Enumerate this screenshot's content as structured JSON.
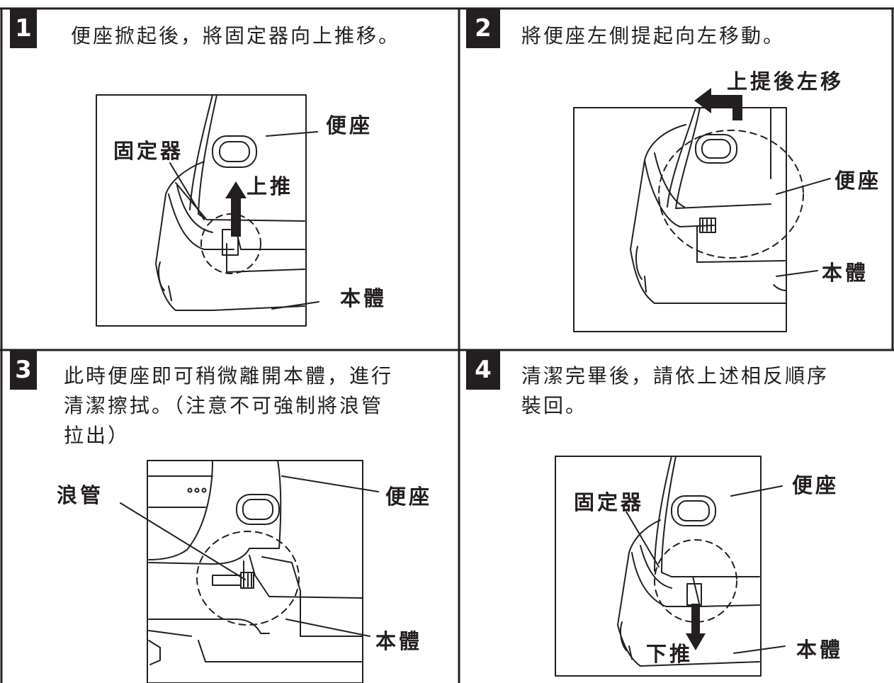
{
  "panels": [
    {
      "number": "1",
      "instruction": "便座掀起後，將固定器向上推移。",
      "labels": {
        "seat": "便座",
        "holder": "固定器",
        "action": "上推",
        "body": "本體"
      }
    },
    {
      "number": "2",
      "instruction": "將便座左側提起向左移動。",
      "labels": {
        "action": "上提後左移",
        "seat": "便座",
        "body": "本體"
      }
    },
    {
      "number": "3",
      "instruction": "此時便座即可稍微離開本體，進行\n清潔擦拭。（注意不可強制將浪管\n拉出）",
      "labels": {
        "hose": "浪管",
        "seat": "便座",
        "body": "本體"
      }
    },
    {
      "number": "4",
      "instruction": "清潔完畢後，請依上述相反順序\n裝回。",
      "labels": {
        "holder": "固定器",
        "seat": "便座",
        "action": "下推",
        "body": "本體"
      }
    }
  ]
}
